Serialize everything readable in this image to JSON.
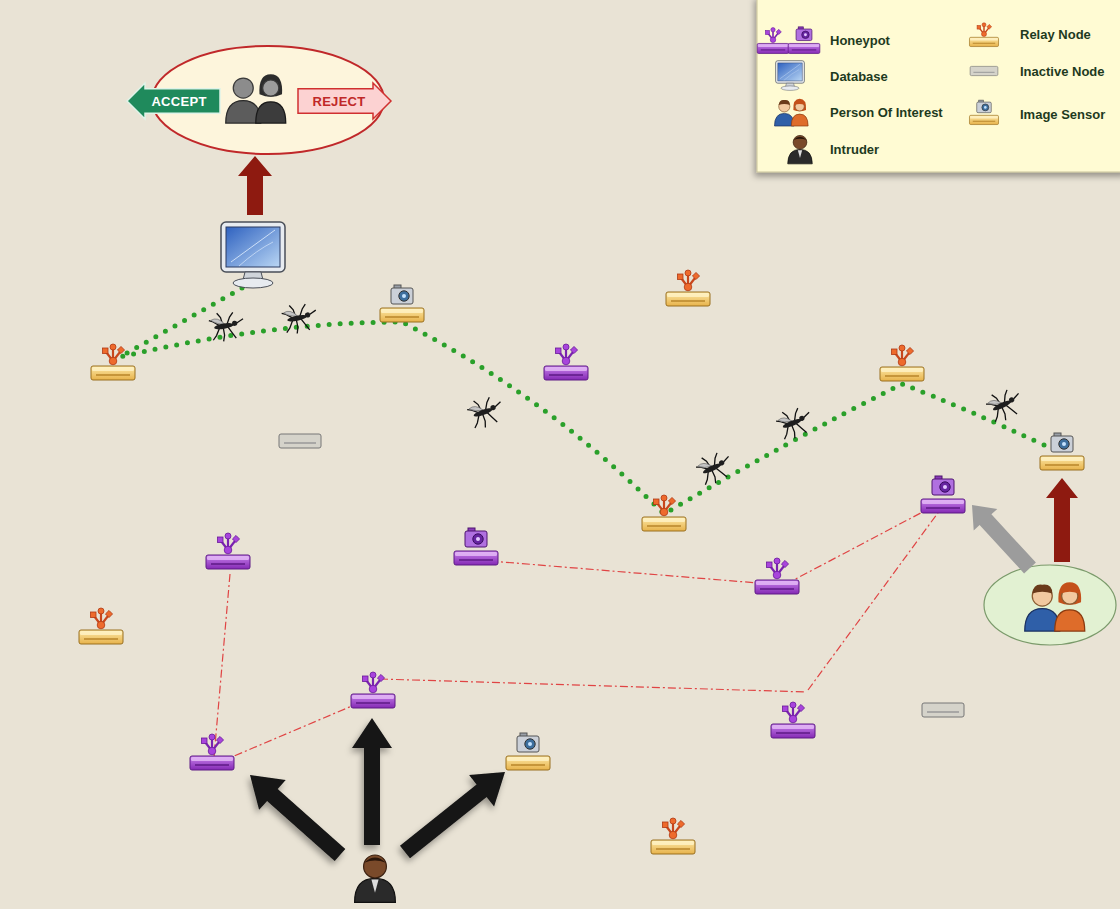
{
  "diagram": {
    "nodes": [
      {
        "text": [
          "ACCEPT"
        ]
      },
      {
        "text": [
          "REJECT"
        ]
      }
    ],
    "legend": [
      {
        "text": "Honeypot"
      },
      {
        "text": "Relay Node"
      },
      {
        "text": "Database"
      },
      {
        "text": "Inactive Node"
      },
      {
        "text": "Person Of Interest"
      },
      {
        "text": "Image Sensor"
      },
      {
        "text": "Intruder"
      }
    ]
  }
}
